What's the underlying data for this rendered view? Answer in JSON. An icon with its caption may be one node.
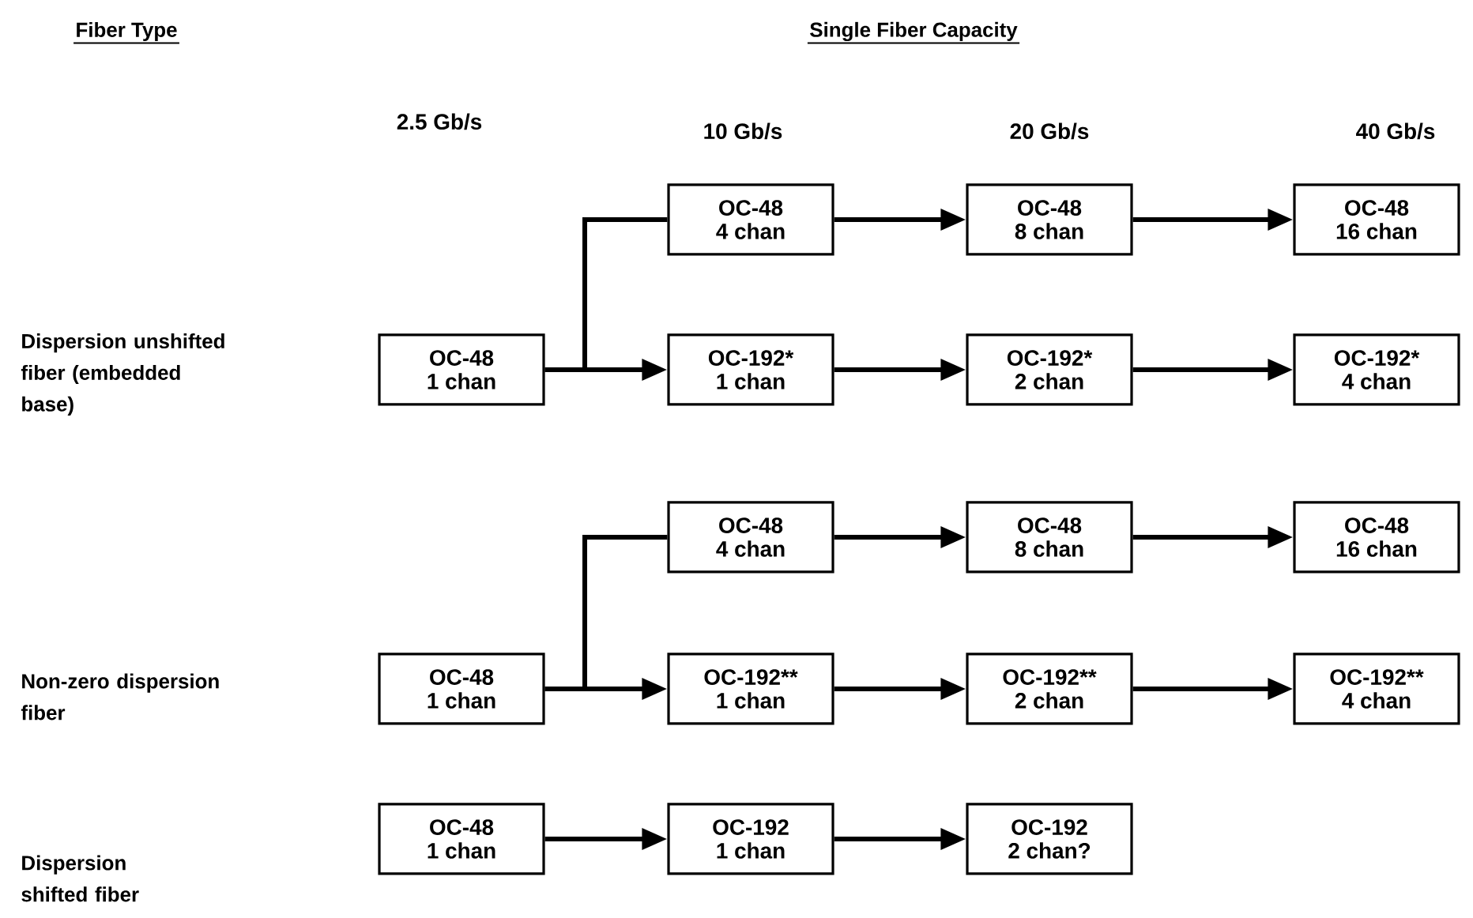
{
  "diagram": {
    "nodes": [
      {
        "text": [
          "OC-48",
          "4 chan"
        ]
      },
      {
        "text": [
          "OC-48",
          "8 chan"
        ]
      },
      {
        "text": [
          "OC-48",
          "16 chan"
        ]
      },
      {
        "text": [
          "OC-48",
          "1 chan"
        ]
      },
      {
        "text": [
          "OC-192*",
          "1 chan"
        ]
      },
      {
        "text": [
          "OC-192*",
          "2 chan"
        ]
      },
      {
        "text": [
          "OC-192*",
          "4 chan"
        ]
      },
      {
        "text": [
          "OC-48",
          "4 chan"
        ]
      },
      {
        "text": [
          "OC-48",
          "8 chan"
        ]
      },
      {
        "text": [
          "OC-48",
          "16 chan"
        ]
      },
      {
        "text": [
          "OC-48",
          "1 chan"
        ]
      },
      {
        "text": [
          "OC-192**",
          "1 chan"
        ]
      },
      {
        "text": [
          "OC-192**",
          "2 chan"
        ]
      },
      {
        "text": [
          "OC-192**",
          "4 chan"
        ]
      },
      {
        "text": [
          "OC-48",
          "1 chan"
        ]
      },
      {
        "text": [
          "OC-192",
          "1 chan"
        ]
      },
      {
        "text": [
          "OC-192",
          "2 chan?"
        ]
      }
    ],
    "edges": [
      {
        "from": 3,
        "to": 0,
        "arrow": "none"
      },
      {
        "from": 3,
        "to": 4,
        "arrow": "to"
      },
      {
        "from": 0,
        "to": 1,
        "arrow": "to"
      },
      {
        "from": 1,
        "to": 2,
        "arrow": "to"
      },
      {
        "from": 4,
        "to": 5,
        "arrow": "to"
      },
      {
        "from": 5,
        "to": 6,
        "arrow": "to"
      },
      {
        "from": 10,
        "to": 7,
        "arrow": "none"
      },
      {
        "from": 10,
        "to": 11,
        "arrow": "to"
      },
      {
        "from": 7,
        "to": 8,
        "arrow": "to"
      },
      {
        "from": 8,
        "to": 9,
        "arrow": "to"
      },
      {
        "from": 11,
        "to": 12,
        "arrow": "to"
      },
      {
        "from": 12,
        "to": 13,
        "arrow": "to"
      },
      {
        "from": 14,
        "to": 15,
        "arrow": "to"
      },
      {
        "from": 15,
        "to": 16,
        "arrow": "to"
      }
    ],
    "labels": [
      "Fiber Type",
      "Single Fiber Capacity",
      "2.5 Gb/s",
      "10 Gb/s",
      "20 Gb/s",
      "40 Gb/s",
      "Dispersion unshifted fiber (embedded base)",
      "Non-zero dispersion fiber",
      "Dispersion shifted fiber"
    ]
  }
}
